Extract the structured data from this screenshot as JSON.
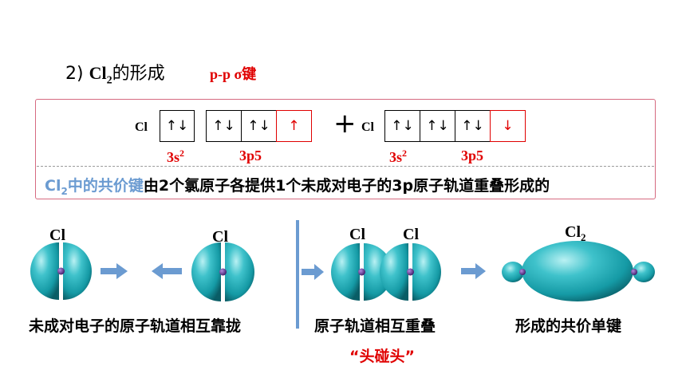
{
  "heading": {
    "prefix": "2)",
    "element": "Cl",
    "subscript": "2",
    "suffix": "的形成"
  },
  "bond_type": "p-p σ键",
  "atom_symbol": "Cl",
  "plus_sign": "+",
  "left_atom": {
    "s_orbital": "↑↓",
    "p_orbitals": [
      "↑↓",
      "↑↓",
      "↑"
    ],
    "s_label": "3s",
    "s_superscript": "2",
    "p_label": "3p5"
  },
  "right_atom": {
    "s_orbital": "↑↓",
    "p_orbitals": [
      "↑↓",
      "↑↓",
      "↓"
    ],
    "s_label": "3s",
    "s_superscript": "2",
    "p_label": "3p5"
  },
  "statement": {
    "highlight_element": "Cl",
    "highlight_subscript": "2",
    "highlight_text": "中的共价键",
    "rest": "由2个氯原子各提供1个未成对电子的3p原子轨道重叠形成的"
  },
  "stage_labels": {
    "atom1": "Cl",
    "atom2": "Cl",
    "atom3": "Cl",
    "atom4": "Cl",
    "molecule_element": "Cl",
    "molecule_subscript": "2"
  },
  "captions": {
    "approach": "未成对电子的原子轨道相互靠拢",
    "overlap": "原子轨道相互重叠",
    "bond": "形成的共价单键",
    "head_to_head": "“头碰头”"
  },
  "colors": {
    "orbital_teal": "#1fa3ad",
    "arrow_blue": "#6b9bd1",
    "nucleus_purple": "#5a2d8a",
    "emphasis_red": "#e00000"
  }
}
